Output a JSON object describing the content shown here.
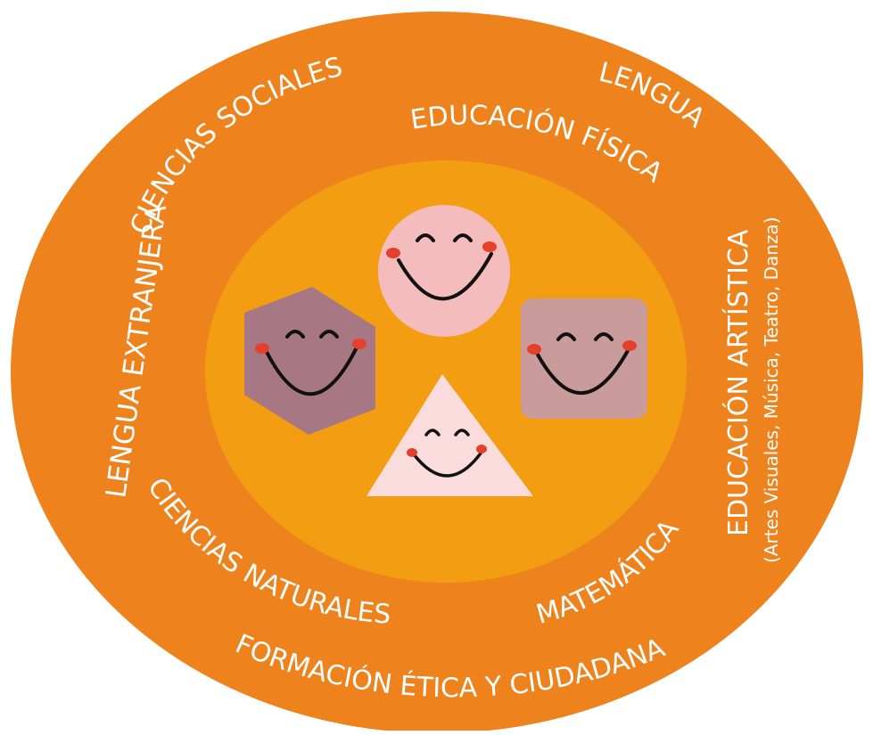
{
  "colors": {
    "outer_ring": "#ee821c",
    "inner_circle": "#f29d12",
    "label_text": "#ffffff",
    "circle_face": "#f4bcbc",
    "hexagon_face": "#a77884",
    "square_face": "#ca9b9b",
    "triangle_face": "#fadcdc",
    "cheek": "#e4402b",
    "features": "#111111"
  },
  "labels": {
    "ciencias_sociales": "CIENCIAS SOCIALES",
    "lengua": "LENGUA",
    "educacion_fisica": "EDUCACIÓN FÍSICA",
    "lengua_extranjera": "LENGUA EXTRANJERA",
    "educacion_artistica": "EDUCACIÓN ARTÍSTICA",
    "educacion_artistica_sub": "(Artes Visuales, Música, Teatro, Danza)",
    "ciencias_naturales": "CIENCIAS NATURALES",
    "matematica": "MATEMÁTICA",
    "formacion_etica": "FORMACIÓN ÉTICA Y CIUDADANA"
  },
  "faces": [
    {
      "shape": "circle",
      "expression": "smiling"
    },
    {
      "shape": "hexagon",
      "expression": "smiling"
    },
    {
      "shape": "rounded-square",
      "expression": "smiling"
    },
    {
      "shape": "triangle",
      "expression": "smiling"
    }
  ]
}
